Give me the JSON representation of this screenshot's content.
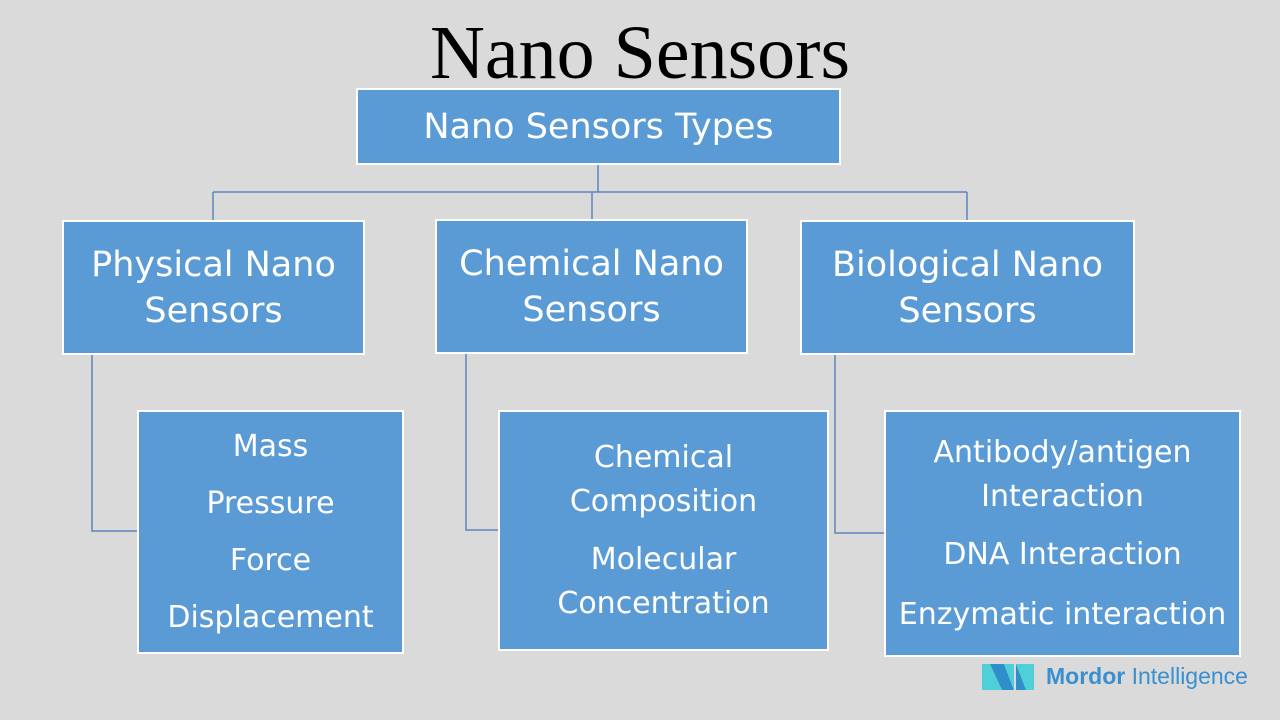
{
  "title": "Nano Sensors",
  "root": {
    "label": "Nano Sensors Types"
  },
  "categories": [
    {
      "label_line1": "Physical Nano",
      "label_line2": "Sensors",
      "items": [
        "Mass",
        "Pressure",
        "Force",
        "Displacement"
      ]
    },
    {
      "label_line1": "Chemical Nano",
      "label_line2": "Sensors",
      "items": [
        "Chemical Composition",
        "Molecular Concentration"
      ]
    },
    {
      "label_line1": "Biological Nano",
      "label_line2": "Sensors",
      "items": [
        "Antibody/antigen Interaction",
        "DNA Interaction",
        "Enzymatic interaction"
      ]
    }
  ],
  "logo": {
    "brand_bold": "Mordor",
    "brand_light": "Intelligence"
  },
  "colors": {
    "background": "#dadada",
    "box": "#5b9bd5",
    "connector": "#5a86bd"
  }
}
